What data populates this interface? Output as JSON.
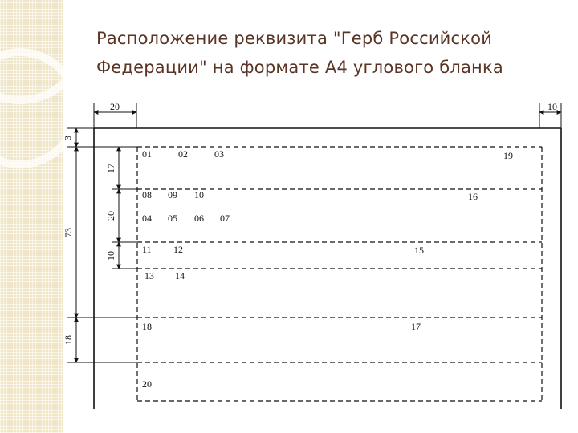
{
  "slide": {
    "title_line1": "Расположение реквизита \"Герб Российской",
    "title_line2": "Федерации\" на формате А4 углового бланка"
  },
  "dimensions": {
    "left_margin": "20",
    "right_margin": "10",
    "top_gap": "3",
    "zone_a": "17",
    "zone_b": "20",
    "zone_c": "10",
    "total": "73",
    "lower_zone": "18"
  },
  "fields": {
    "f01": "01",
    "f02": "02",
    "f03": "03",
    "f19": "19",
    "f08": "08",
    "f09": "09",
    "f10": "10",
    "f16": "16",
    "f04": "04",
    "f05": "05",
    "f06": "06",
    "f07": "07",
    "f11": "11",
    "f12": "12",
    "f15": "15",
    "f13": "13",
    "f14": "14",
    "f18": "18",
    "f17": "17",
    "f20": "20"
  }
}
